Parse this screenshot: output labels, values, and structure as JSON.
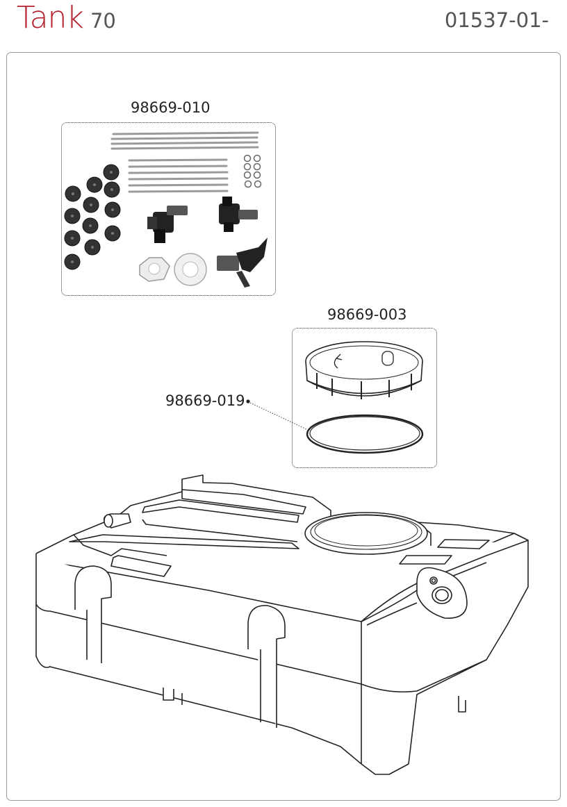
{
  "header": {
    "title": "Tank",
    "model": "70",
    "code": "01537-01-"
  },
  "colors": {
    "title_accent": "#b41e2d",
    "text": "#555555",
    "frame": "#9a9a9a"
  },
  "parts": {
    "fitting_kit": {
      "number": "98669-010"
    },
    "lid_kit": {
      "number": "98669-003"
    },
    "seal": {
      "number": "98669-019"
    }
  }
}
